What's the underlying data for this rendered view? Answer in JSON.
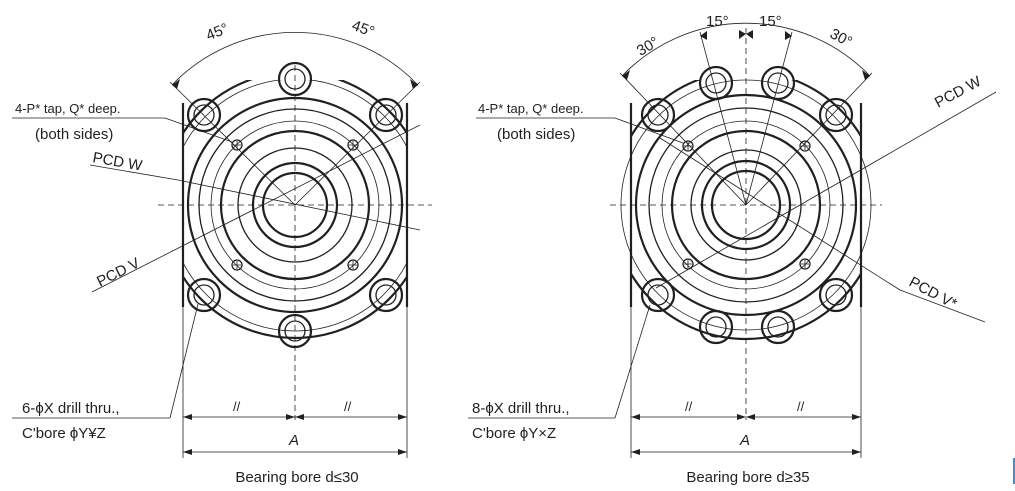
{
  "left_view": {
    "angle_left": "45°",
    "angle_right": "45°",
    "tap_note_line1": "4-P* tap, Q* deep.",
    "tap_note_line2": "(both sides)",
    "pcd_w": "PCD W",
    "pcd_v": "PCD V",
    "drill_note_line1": "6-ϕX drill thru.,",
    "drill_note_line2": "C'bore ϕY¥Z",
    "half_mark_left": "//",
    "half_mark_right": "//",
    "dim_a": "A",
    "caption": "Bearing bore d≤30"
  },
  "right_view": {
    "angle_30_left": "30°",
    "angle_15_left": "15°",
    "angle_15_right": "15°",
    "angle_30_right": "30°",
    "tap_note_line1": "4-P* tap, Q* deep.",
    "tap_note_line2": "(both sides)",
    "pcd_w": "PCD W",
    "pcd_v": "PCD V*",
    "drill_note_line1": "8-ϕX drill thru.,",
    "drill_note_line2": "C'bore ϕY×Z",
    "half_mark_left": "//",
    "half_mark_right": "//",
    "dim_a": "A",
    "caption": "Bearing bore d≥35"
  },
  "colors": {
    "line": "#231f20",
    "edge_accent": "#3b8fd6"
  }
}
